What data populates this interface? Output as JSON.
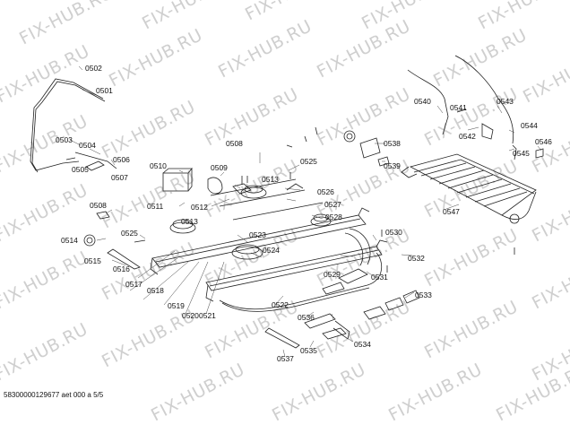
{
  "watermark": "FIX-HUB.RU",
  "footer": "58300000129677 aet 000 a 5/5",
  "parts": [
    "0502",
    "0501",
    "0503",
    "0504",
    "0505",
    "0506",
    "0507",
    "0508",
    "0509",
    "0510",
    "0511",
    "0512",
    "0513",
    "0514",
    "0515",
    "0516",
    "0517",
    "0518",
    "0519",
    "0520",
    "0521",
    "0522",
    "0523",
    "0524",
    "0525",
    "0526",
    "0527",
    "0528",
    "0529",
    "0530",
    "0531",
    "0532",
    "0533",
    "0534",
    "0535",
    "0536",
    "0537",
    "0538",
    "0539",
    "0540",
    "0541",
    "0542",
    "0543",
    "0544",
    "0545",
    "0546",
    "0547"
  ]
}
